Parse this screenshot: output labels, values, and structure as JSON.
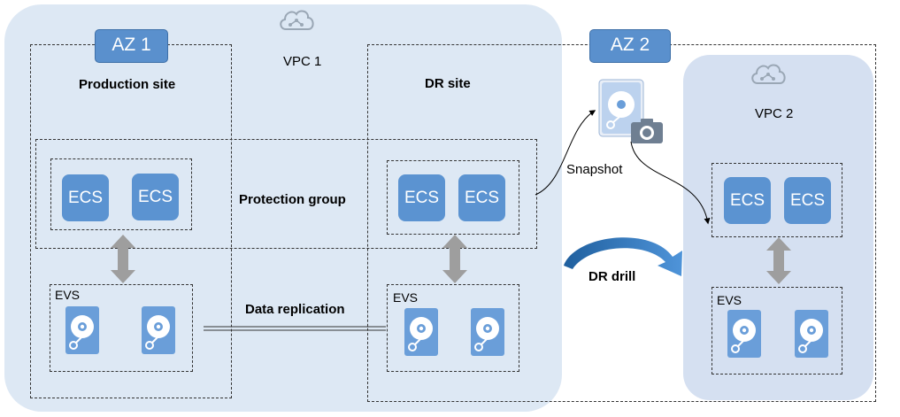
{
  "az1": {
    "label": "AZ 1",
    "site_label": "Production site"
  },
  "az2": {
    "label": "AZ 2"
  },
  "vpc1": {
    "label": "VPC 1",
    "dr_site_label": "DR site"
  },
  "vpc2": {
    "label": "VPC 2"
  },
  "protection_group_label": "Protection group",
  "data_replication_label": "Data replication",
  "snapshot_label": "Snapshot",
  "dr_drill_label": "DR drill",
  "ecs_label": "ECS",
  "evs_label": "EVS",
  "colors": {
    "vpc1_bg": "#dde8f4",
    "vpc2_bg": "#d5e0f1",
    "ecs_blue": "#5b93d1",
    "az_badge": "#5a90cd",
    "arrow_grey": "#9e9e9e"
  }
}
